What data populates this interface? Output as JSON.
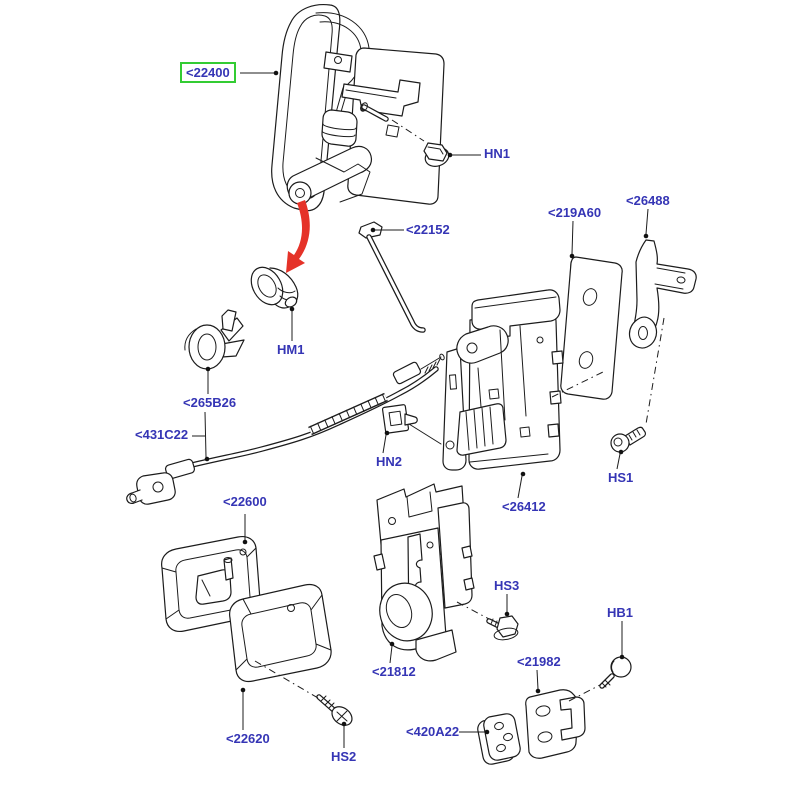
{
  "diagram": {
    "type": "exploded-parts-diagram",
    "subject": "door lock, latch and handle assembly",
    "colors": {
      "background": "#ffffff",
      "label_text": "#3535b5",
      "line": "#1c1c1c",
      "highlight_box": "#33cc33",
      "arrow": "#e53228"
    },
    "labels": [
      {
        "id": "22400",
        "text": "<22400",
        "highlighted": true
      },
      {
        "id": "HN1",
        "text": "HN1",
        "highlighted": false
      },
      {
        "id": "22152",
        "text": "<22152",
        "highlighted": false
      },
      {
        "id": "219A60",
        "text": "<219A60",
        "highlighted": false
      },
      {
        "id": "26488",
        "text": "<26488",
        "highlighted": false
      },
      {
        "id": "HM1",
        "text": "HM1",
        "highlighted": false
      },
      {
        "id": "265B26",
        "text": "<265B26",
        "highlighted": false
      },
      {
        "id": "431C22",
        "text": "<431C22",
        "highlighted": false
      },
      {
        "id": "HN2",
        "text": "HN2",
        "highlighted": false
      },
      {
        "id": "26412",
        "text": "<26412",
        "highlighted": false
      },
      {
        "id": "HS1",
        "text": "HS1",
        "highlighted": false
      },
      {
        "id": "22600",
        "text": "<22600",
        "highlighted": false
      },
      {
        "id": "HS3",
        "text": "HS3",
        "highlighted": false
      },
      {
        "id": "HB1",
        "text": "HB1",
        "highlighted": false
      },
      {
        "id": "21812",
        "text": "<21812",
        "highlighted": false
      },
      {
        "id": "21982",
        "text": "<21982",
        "highlighted": false
      },
      {
        "id": "22620",
        "text": "<22620",
        "highlighted": false
      },
      {
        "id": "HS2",
        "text": "HS2",
        "highlighted": false
      },
      {
        "id": "420A22",
        "text": "<420A22",
        "highlighted": false
      }
    ]
  }
}
